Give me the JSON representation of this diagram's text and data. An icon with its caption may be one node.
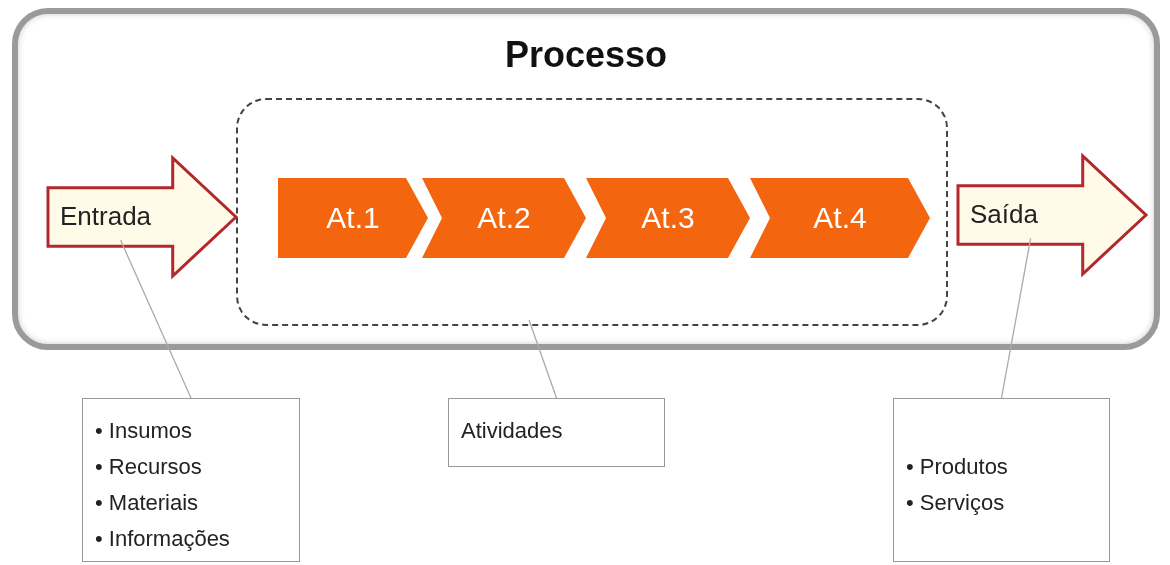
{
  "diagram": {
    "nodes": [
      {
        "text": [
          "Processo"
        ]
      },
      {
        "text": [],
        "shape": "box",
        "in": 0
      },
      {
        "text": [
          "Entrada"
        ],
        "in": 0
      },
      {
        "text": [
          "At.1"
        ],
        "in": 1
      },
      {
        "text": [
          "At.2"
        ],
        "in": 1
      },
      {
        "text": [
          "At.3"
        ],
        "in": 1
      },
      {
        "text": [
          "At.4"
        ],
        "in": 1
      },
      {
        "text": [
          "Saída"
        ],
        "in": 0
      },
      {
        "text": [
          "• Insumos",
          "• Recursos",
          "• Materiais",
          "• Informações"
        ]
      },
      {
        "text": [
          "Atividades"
        ]
      },
      {
        "text": [
          "• Produtos",
          "• Serviços"
        ]
      }
    ],
    "edges": [
      {
        "from": 8,
        "to": 2,
        "arrow": "none"
      },
      {
        "from": 9,
        "to": 1,
        "arrow": "none"
      },
      {
        "from": 10,
        "to": 7,
        "arrow": "none"
      }
    ]
  }
}
